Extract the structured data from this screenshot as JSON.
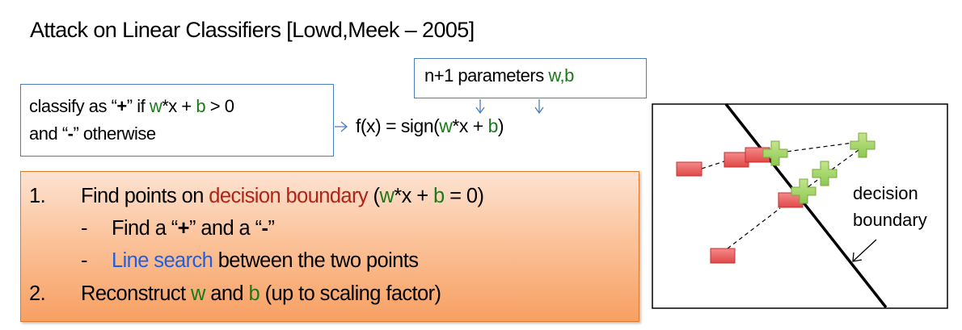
{
  "title": "Attack on Linear Classifiers [Lowd,Meek – 2005]",
  "rule_box": {
    "line1_pre": "classify as “",
    "plus": "+",
    "line1_mid": "” if ",
    "w": "w",
    "line1_x": "*x + ",
    "b": "b",
    "line1_post": " > 0",
    "line2_pre": "and “",
    "minus": "-",
    "line2_post": "” otherwise"
  },
  "formula": {
    "pre": "f(x) = sign(",
    "w": "w",
    "mid": "*x + ",
    "b": "b",
    "post": ")"
  },
  "params_box": {
    "text": "n+1 parameters ",
    "wb": "w,b"
  },
  "steps": {
    "n1": "1.",
    "s1_pre": "Find points on ",
    "s1_red": "decision boundary",
    "s1_open": " (",
    "s1_w": "w",
    "s1_mid": "*x + ",
    "s1_b": "b",
    "s1_post": " = 0)",
    "dash": "-",
    "s1a_pre": "Find a “",
    "s1a_plus": "+",
    "s1a_mid": "” and a “",
    "s1a_minus": "-",
    "s1a_post": "”",
    "s1b_blue": "Line search",
    "s1b_post": " between the two points",
    "n2": "2.",
    "s2_pre": "Reconstruct ",
    "s2_w": "w",
    "s2_and": " and ",
    "s2_b": "b",
    "s2_post": " (up to scaling factor)"
  },
  "diagram": {
    "label_line1": "decision",
    "label_line2": "boundary",
    "colors": {
      "negative": "#e85a5a",
      "positive": "#9ed25c",
      "border": "#000000"
    }
  }
}
